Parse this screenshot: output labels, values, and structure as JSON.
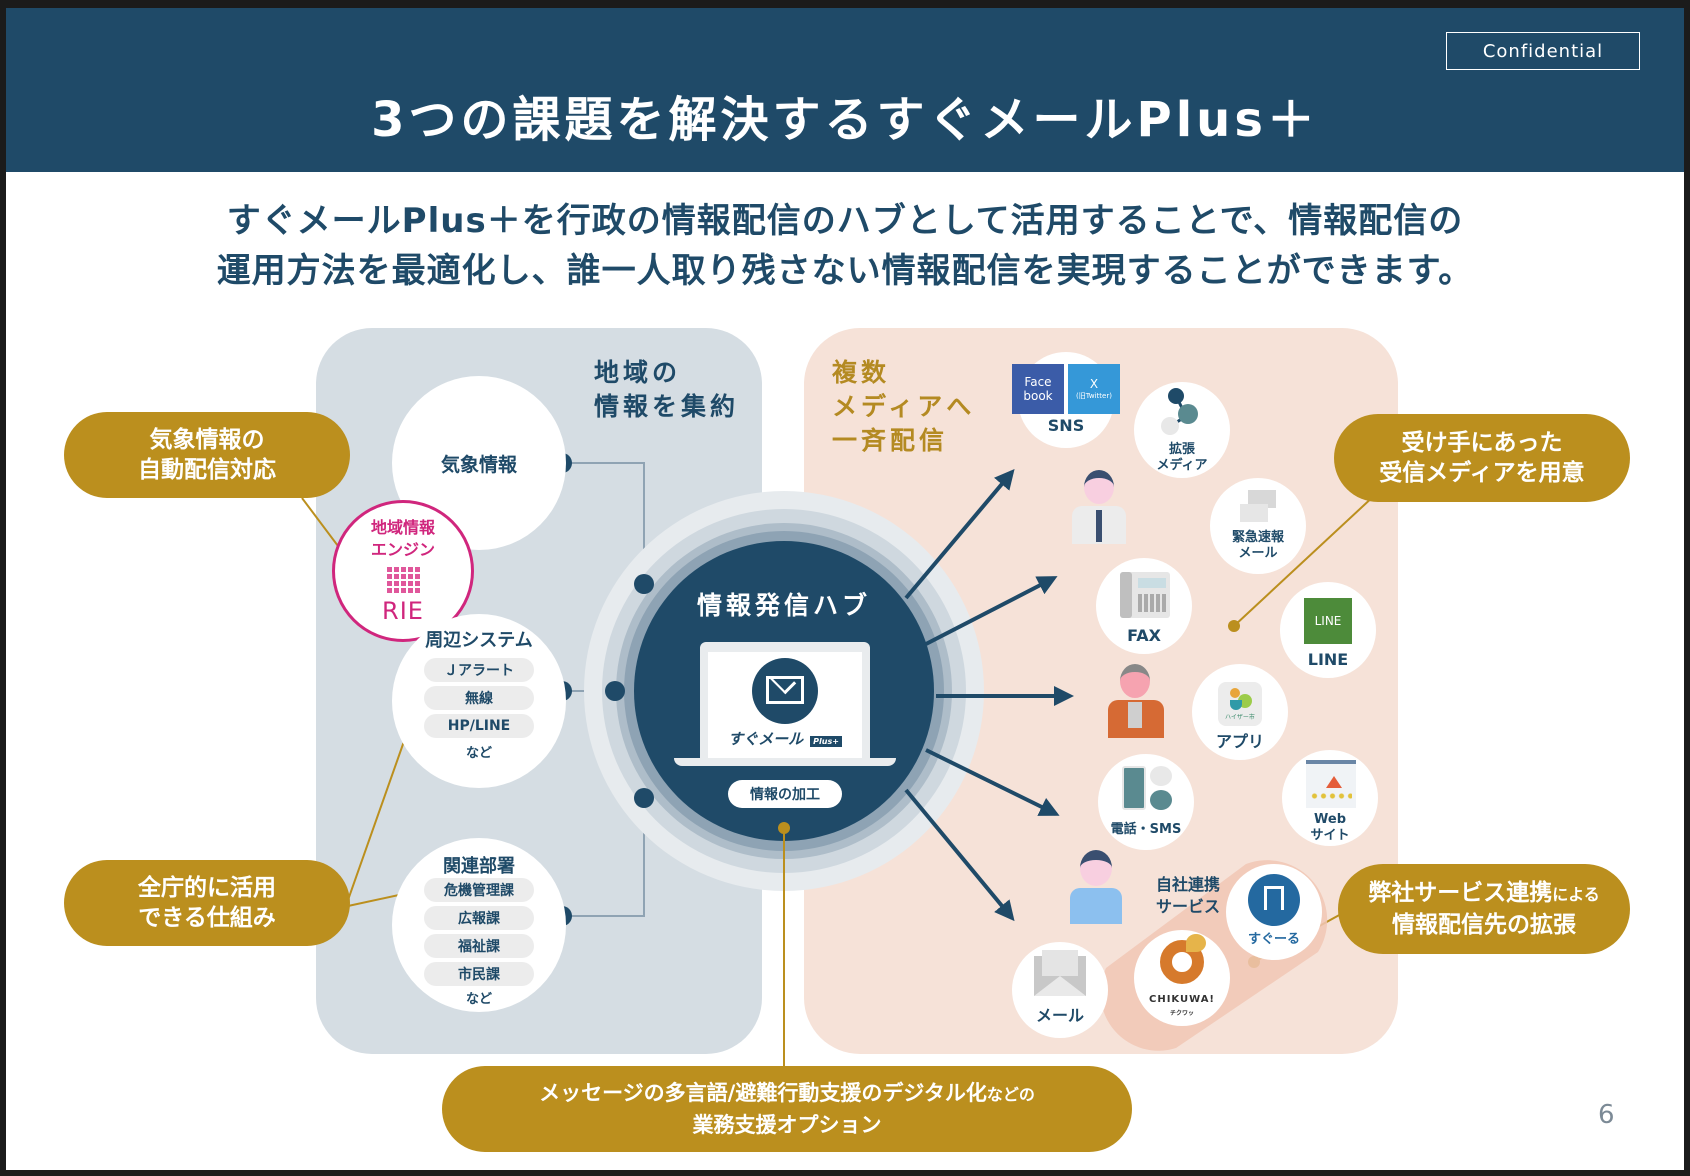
{
  "header": {
    "confidential_label": "Confidential",
    "title": "3つの課題を解決するすぐメールPlus＋"
  },
  "lead": {
    "line1": "すぐメールPlus＋を行政の情報配信のハブとして活用することで、情報配信の",
    "line2": "運用方法を最適化し、誰一人取り残さない情報配信を実現することができます。"
  },
  "left_panel": {
    "title_line1": "地域の",
    "title_line2": "情報を集約",
    "weather": {
      "label": "気象情報"
    },
    "rie": {
      "line1": "地域情報",
      "line2": "エンジン",
      "logo": "RIE"
    },
    "systems": {
      "title": "周辺システム",
      "items": [
        "Ｊアラート",
        "無線",
        "HP/LINE"
      ],
      "etc": "など"
    },
    "departments": {
      "title": "関連部署",
      "items": [
        "危機管理課",
        "広報課",
        "福祉課",
        "市民課"
      ],
      "etc": "など"
    }
  },
  "hub": {
    "title": "情報発信ハブ",
    "logo_text": "すぐメール",
    "logo_badge": "Plus+",
    "tag": "情報の加工"
  },
  "right_panel": {
    "title_line1": "複数",
    "title_line2": "メディアへ",
    "title_line3": "一斉配信",
    "sns": {
      "label": "SNS",
      "facebook_line1": "Face",
      "facebook_line2": "book",
      "x_line1": "X",
      "x_line2": "(旧Twitter)"
    },
    "ext_media": {
      "line1": "拡張",
      "line2": "メディア"
    },
    "emergency_mail": {
      "line1": "緊急速報",
      "line2": "メール"
    },
    "fax": {
      "label": "FAX"
    },
    "line": {
      "label": "LINE",
      "icon_text": "LINE"
    },
    "app": {
      "label": "アプリ",
      "icon_text": "ハイザー市"
    },
    "phone_sms": {
      "label": "電話・SMS"
    },
    "web": {
      "line1": "Web",
      "line2": "サイト"
    },
    "mail": {
      "label": "メール"
    },
    "own_services": {
      "line1": "自社連携",
      "line2": "サービス"
    },
    "sugu_ru": {
      "label": "すぐーる"
    },
    "chikuwa": {
      "label": "CHIKUWA!",
      "sub": "チクワッ"
    }
  },
  "callouts": {
    "weather_auto": {
      "line1": "気象情報の",
      "line2": "自動配信対応"
    },
    "org_wide": {
      "line1": "全庁的に活用",
      "line2": "できる仕組み"
    },
    "receiver_media": {
      "line1": "受け手にあった",
      "line2": "受信メディアを用意"
    },
    "service_link": {
      "line1_main": "弊社サービス連携",
      "line1_small": "による",
      "line2": "情報配信先の拡張"
    },
    "options": {
      "line1_main": "メッセージの多言語/避難行動支援のデジタル化",
      "line1_small": "などの",
      "line2": "業務支援オプション"
    }
  },
  "colors": {
    "navy": "#1f4a68",
    "gold": "#bb8f1e",
    "pink": "#d0267d",
    "left_bg": "#d5dde3",
    "right_bg": "#f6e2d8"
  },
  "page_number": "6"
}
